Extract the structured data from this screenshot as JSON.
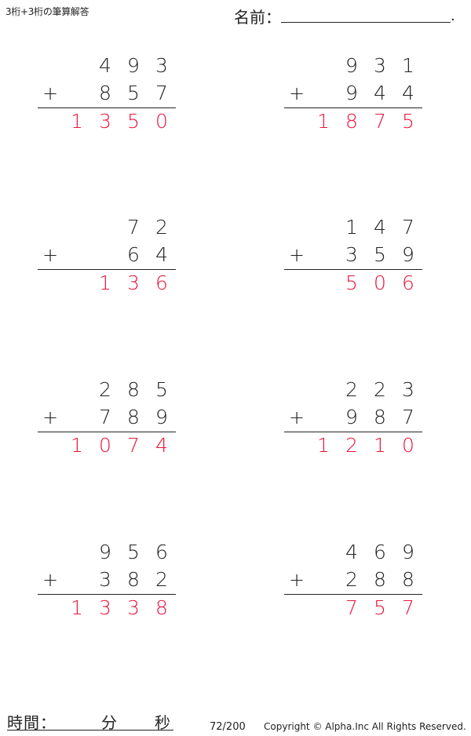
{
  "header": {
    "title": "3桁+3桁の筆算解答",
    "name_label": "名前：",
    "name_terminator": "."
  },
  "problems": [
    {
      "top": [
        "",
        "4",
        "9",
        "3"
      ],
      "bottom": [
        "",
        "8",
        "5",
        "7"
      ],
      "answer": [
        "1",
        "3",
        "5",
        "0"
      ]
    },
    {
      "top": [
        "",
        "9",
        "3",
        "1"
      ],
      "bottom": [
        "",
        "9",
        "4",
        "4"
      ],
      "answer": [
        "1",
        "8",
        "7",
        "5"
      ]
    },
    {
      "top": [
        "",
        "",
        "7",
        "2"
      ],
      "bottom": [
        "",
        "",
        "6",
        "4"
      ],
      "answer": [
        "",
        "1",
        "3",
        "6"
      ]
    },
    {
      "top": [
        "",
        "1",
        "4",
        "7"
      ],
      "bottom": [
        "",
        "3",
        "5",
        "9"
      ],
      "answer": [
        "",
        "5",
        "0",
        "6"
      ]
    },
    {
      "top": [
        "",
        "2",
        "8",
        "5"
      ],
      "bottom": [
        "",
        "7",
        "8",
        "9"
      ],
      "answer": [
        "1",
        "0",
        "7",
        "4"
      ]
    },
    {
      "top": [
        "",
        "2",
        "2",
        "3"
      ],
      "bottom": [
        "",
        "9",
        "8",
        "7"
      ],
      "answer": [
        "1",
        "2",
        "1",
        "0"
      ]
    },
    {
      "top": [
        "",
        "9",
        "5",
        "6"
      ],
      "bottom": [
        "",
        "3",
        "8",
        "2"
      ],
      "answer": [
        "1",
        "3",
        "3",
        "8"
      ]
    },
    {
      "top": [
        "",
        "4",
        "6",
        "9"
      ],
      "bottom": [
        "",
        "2",
        "8",
        "8"
      ],
      "answer": [
        "",
        "7",
        "5",
        "7"
      ]
    }
  ],
  "operator": "+",
  "footer": {
    "time_label": "時間：",
    "minutes_label": "分",
    "seconds_label": "秒",
    "page_number": "72/200",
    "copyright": "Copyright © Alpha.Inc All Rights Reserved."
  },
  "colors": {
    "answer": "#e8153a",
    "text": "#222222"
  }
}
